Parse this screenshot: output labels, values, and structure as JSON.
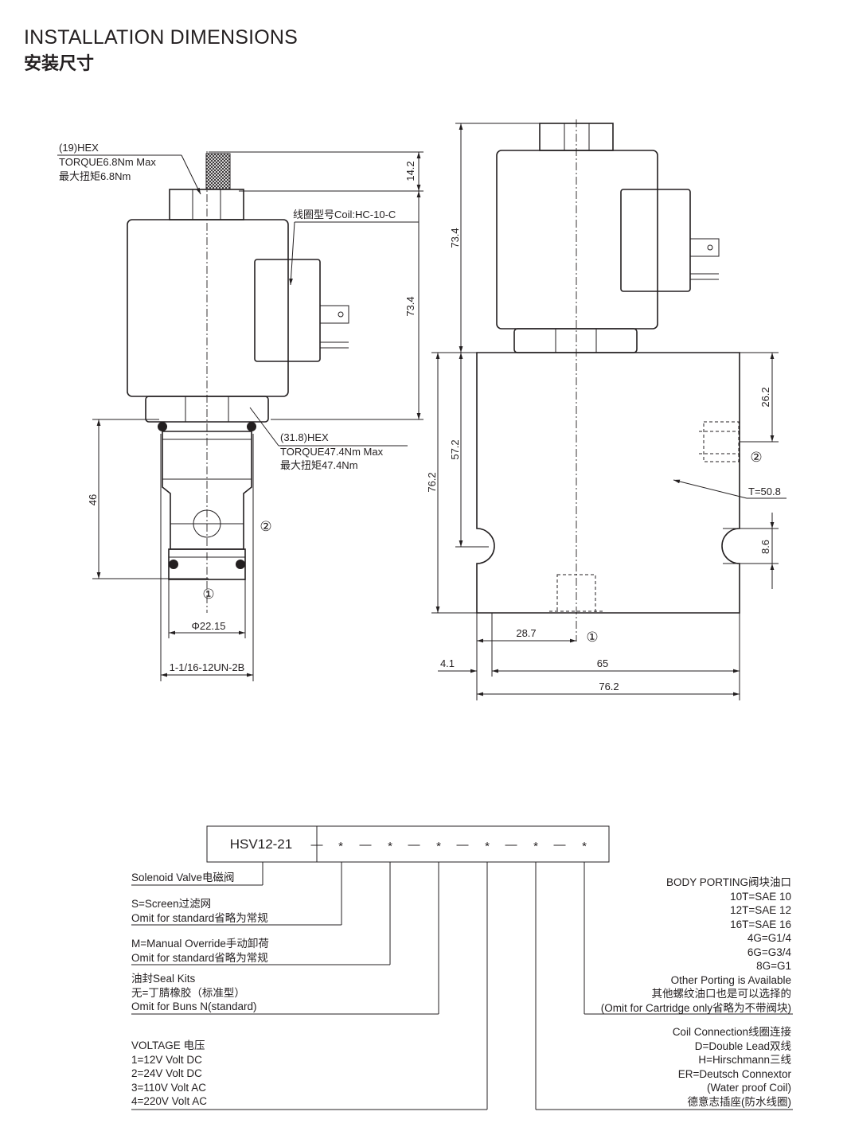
{
  "header": {
    "title": "INSTALLATION DIMENSIONS",
    "subtitle": "安装尺寸"
  },
  "left_view": {
    "hex_top": [
      "(19)HEX",
      "TORQUE6.8Nm Max",
      "最大扭矩6.8Nm"
    ],
    "coil_label": "线圈型号Coil:HC-10-C",
    "dim_14_2": "14.2",
    "dim_73_4": "73.4",
    "hex_bottom": [
      "(31.8)HEX",
      "TORQUE47.4Nm Max",
      "最大扭矩47.4Nm"
    ],
    "dim_46": "46",
    "port_2": "②",
    "port_1": "①",
    "dim_phi": "Φ22.15",
    "thread": "1-1/16-12UN-2B"
  },
  "right_view": {
    "dim_73_4": "73.4",
    "dim_76_2": "76.2",
    "dim_57_2": "57.2",
    "dim_26_2": "26.2",
    "port_2": "②",
    "thickness": "T=50.8",
    "dim_8_6": "8.6",
    "dim_28_7": "28.7",
    "port_1": "①",
    "dim_4_1": "4.1",
    "dim_65": "65",
    "dim_76_2_bottom": "76.2"
  },
  "ordering": {
    "model": "HSV12-21",
    "separators": [
      "—",
      "*",
      "—",
      "*",
      "—",
      "*",
      "—",
      "*",
      "—",
      "*",
      "—",
      "*"
    ],
    "solenoid": "Solenoid Valve电磁阀",
    "screen": [
      "S=Screen过滤网",
      "Omit for standard省略为常规"
    ],
    "manual": [
      "M=Manual Override手动卸荷",
      "Omit for standard省略为常规"
    ],
    "seal": [
      "油封Seal Kits",
      "无=丁腈橡胶（标准型）",
      "Omit for Buns N(standard)"
    ],
    "voltage": [
      "VOLTAGE 电压",
      "1=12V Volt DC",
      "2=24V Volt DC",
      "3=110V Volt AC",
      "4=220V Volt AC"
    ],
    "porting": [
      "BODY PORTING阀块油口",
      "10T=SAE 10",
      "12T=SAE 12",
      "16T=SAE 16",
      "4G=G1/4",
      "6G=G3/4",
      "8G=G1",
      "Other Porting is Available",
      "其他螺纹油口也是可以选择的",
      "(Omit for Cartridge only省略为不带阀块)"
    ],
    "coil_conn": [
      "Coil Connection线圈连接",
      "D=Double Lead双线",
      "H=Hirschmann三线",
      "ER=Deutsch Connextor",
      "(Water proof Coil)",
      "德意志插座(防水线圈)"
    ]
  }
}
